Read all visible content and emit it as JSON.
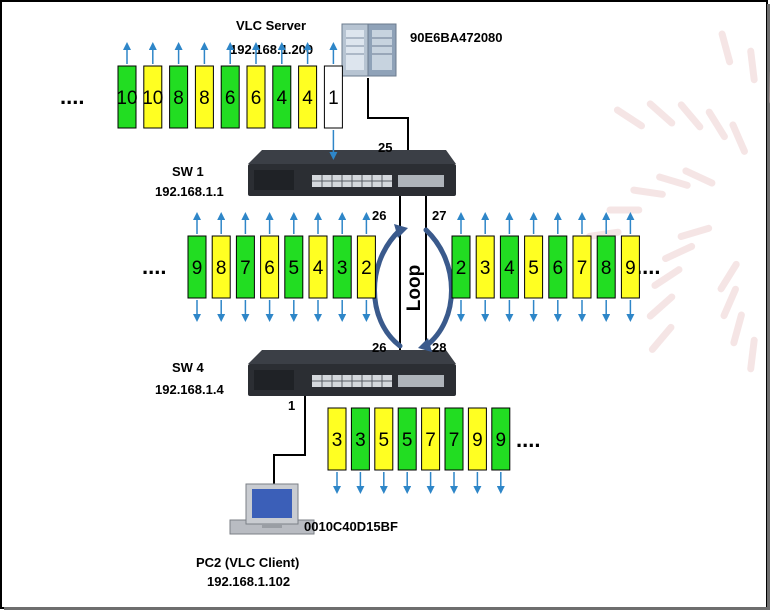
{
  "colors": {
    "green": "#22dd22",
    "yellow": "#ffff22",
    "white": "#ffffff",
    "arrow": "#2e86c8",
    "loop_arc": "#3a5a8c",
    "switch_body": "#2b2e33"
  },
  "server": {
    "name": "VLC Server",
    "ip": "192.168.1.200",
    "mac": "90E6BA472080",
    "icon": "server-icon"
  },
  "sw1": {
    "name": "SW 1",
    "ip": "192.168.1.1",
    "icon": "network-switch-icon"
  },
  "sw4": {
    "name": "SW 4",
    "ip": "192.168.1.4",
    "icon": "network-switch-icon"
  },
  "ports": {
    "sw1_server": "25",
    "sw1_left": "26",
    "sw1_right": "27",
    "sw4_left": "26",
    "sw4_right": "28",
    "sw4_pc": "1"
  },
  "loop_label": "Loop",
  "client": {
    "name": "PC2 (VLC Client)",
    "ip": "192.168.1.102",
    "mac": "0010C40D15BF",
    "icon": "desktop-pc-icon"
  },
  "ellipsis": "....",
  "packet_rows": [
    {
      "id": "top",
      "direction": "up",
      "packets": [
        {
          "label": "10",
          "color": "green"
        },
        {
          "label": "10",
          "color": "yellow"
        },
        {
          "label": "8",
          "color": "green"
        },
        {
          "label": "8",
          "color": "yellow"
        },
        {
          "label": "6",
          "color": "green"
        },
        {
          "label": "6",
          "color": "yellow"
        },
        {
          "label": "4",
          "color": "green"
        },
        {
          "label": "4",
          "color": "yellow"
        },
        {
          "label": "1",
          "color": "white"
        }
      ]
    },
    {
      "id": "middle-left",
      "direction": "both",
      "packets": [
        {
          "label": "9",
          "color": "green"
        },
        {
          "label": "8",
          "color": "yellow"
        },
        {
          "label": "7",
          "color": "green"
        },
        {
          "label": "6",
          "color": "yellow"
        },
        {
          "label": "5",
          "color": "green"
        },
        {
          "label": "4",
          "color": "yellow"
        },
        {
          "label": "3",
          "color": "green"
        },
        {
          "label": "2",
          "color": "yellow"
        }
      ]
    },
    {
      "id": "middle-right",
      "direction": "both",
      "packets": [
        {
          "label": "2",
          "color": "green"
        },
        {
          "label": "3",
          "color": "yellow"
        },
        {
          "label": "4",
          "color": "green"
        },
        {
          "label": "5",
          "color": "yellow"
        },
        {
          "label": "6",
          "color": "green"
        },
        {
          "label": "7",
          "color": "yellow"
        },
        {
          "label": "8",
          "color": "green"
        },
        {
          "label": "9",
          "color": "yellow"
        }
      ]
    },
    {
      "id": "bottom",
      "direction": "down",
      "packets": [
        {
          "label": "3",
          "color": "yellow"
        },
        {
          "label": "3",
          "color": "green"
        },
        {
          "label": "5",
          "color": "yellow"
        },
        {
          "label": "5",
          "color": "green"
        },
        {
          "label": "7",
          "color": "yellow"
        },
        {
          "label": "7",
          "color": "green"
        },
        {
          "label": "9",
          "color": "yellow"
        },
        {
          "label": "9",
          "color": "green"
        }
      ]
    }
  ]
}
